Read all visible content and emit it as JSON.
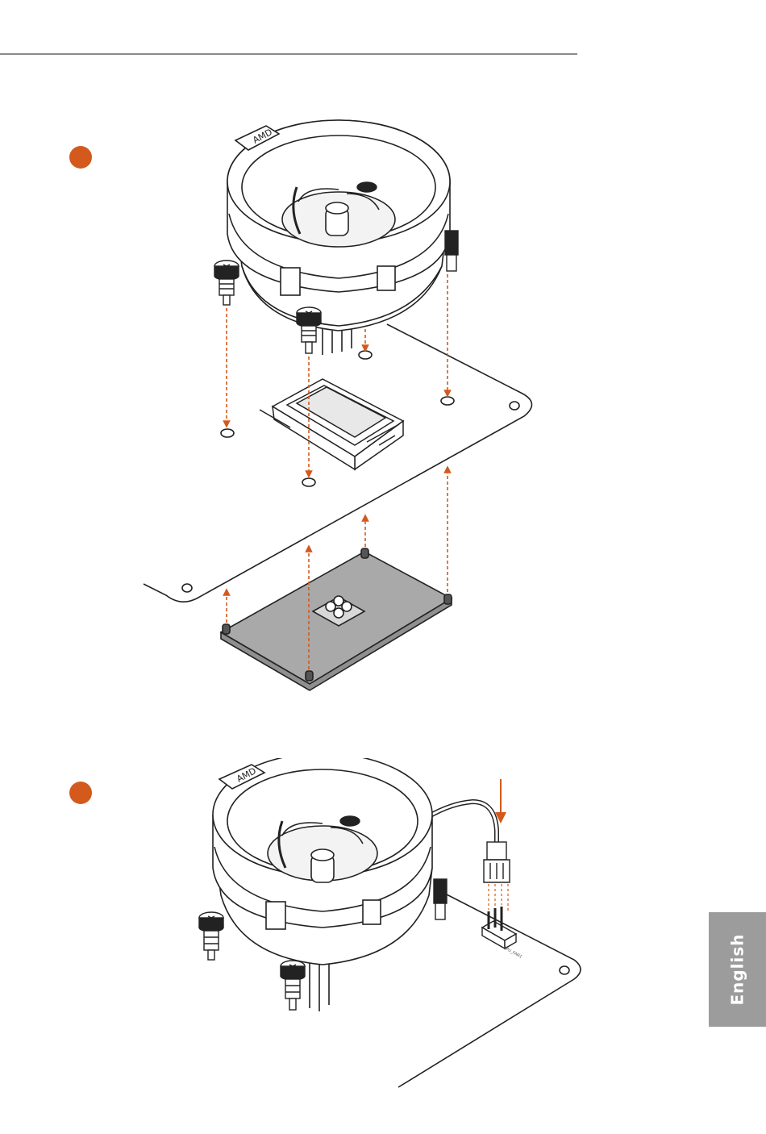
{
  "page": {
    "language_tab": "English",
    "accent_color": "#d35a1c",
    "tab_color": "#9c9c9c",
    "rule_color": "#8a8a8a"
  },
  "steps": [
    {
      "figure": "cooler-backplate-exploded-installation"
    },
    {
      "figure": "cpu-fan-cable-to-header-connection"
    }
  ],
  "cooler": {
    "brand_mark": "AMD"
  },
  "header": {
    "silkscreen": "CPU_FAN1"
  }
}
